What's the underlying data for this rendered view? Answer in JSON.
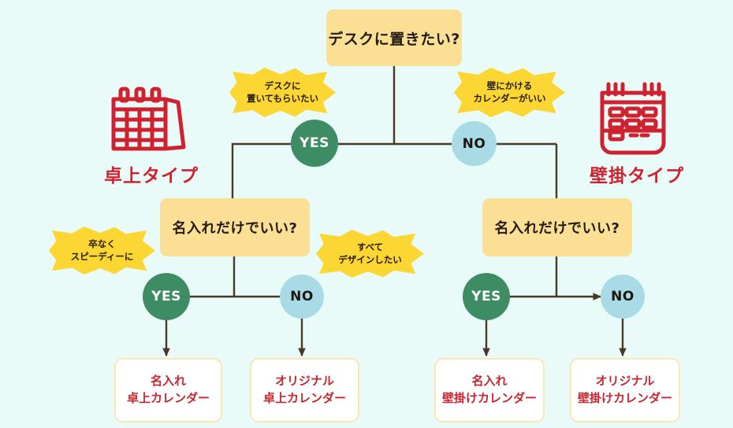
{
  "page": {
    "background_color": "#e9fbf8",
    "accent_yellow": "#fbdf94",
    "accent_burst": "#fcd632",
    "yes_color": "#3d8c63",
    "no_color": "#a9dbe6",
    "result_text_color": "#c8262f",
    "line_color": "#4a3826"
  },
  "questions": {
    "top": "デスクに置きたい?",
    "left": "名入れだけでいい?",
    "right": "名入れだけでいい?"
  },
  "nodes": {
    "yes1": "YES",
    "no1": "NO",
    "yes2": "YES",
    "no2": "NO",
    "yes3": "YES",
    "no3": "NO"
  },
  "callouts": [
    {
      "id": "desk-wish",
      "line1": "デスクに",
      "line2": "置いてもらいたい"
    },
    {
      "id": "wall-wish",
      "line1": "壁にかける",
      "line2": "カレンダーがいい"
    },
    {
      "id": "speedy",
      "line1": "卒なく",
      "line2": "スピーディーに"
    },
    {
      "id": "full-design",
      "line1": "すべて",
      "line2": "デザインしたい"
    }
  ],
  "types": {
    "desk": {
      "label": "卓上タイプ",
      "icon": "desk-calendar-icon"
    },
    "wall": {
      "label": "壁掛タイプ",
      "icon": "wall-calendar-icon"
    }
  },
  "results": [
    {
      "id": "named-desk",
      "line1": "名入れ",
      "line2": "卓上カレンダー"
    },
    {
      "id": "original-desk",
      "line1": "オリジナル",
      "line2": "卓上カレンダー"
    },
    {
      "id": "named-wall",
      "line1": "名入れ",
      "line2": "壁掛けカレンダー"
    },
    {
      "id": "original-wall",
      "line1": "オリジナル",
      "line2": "壁掛けカレンダー"
    }
  ]
}
